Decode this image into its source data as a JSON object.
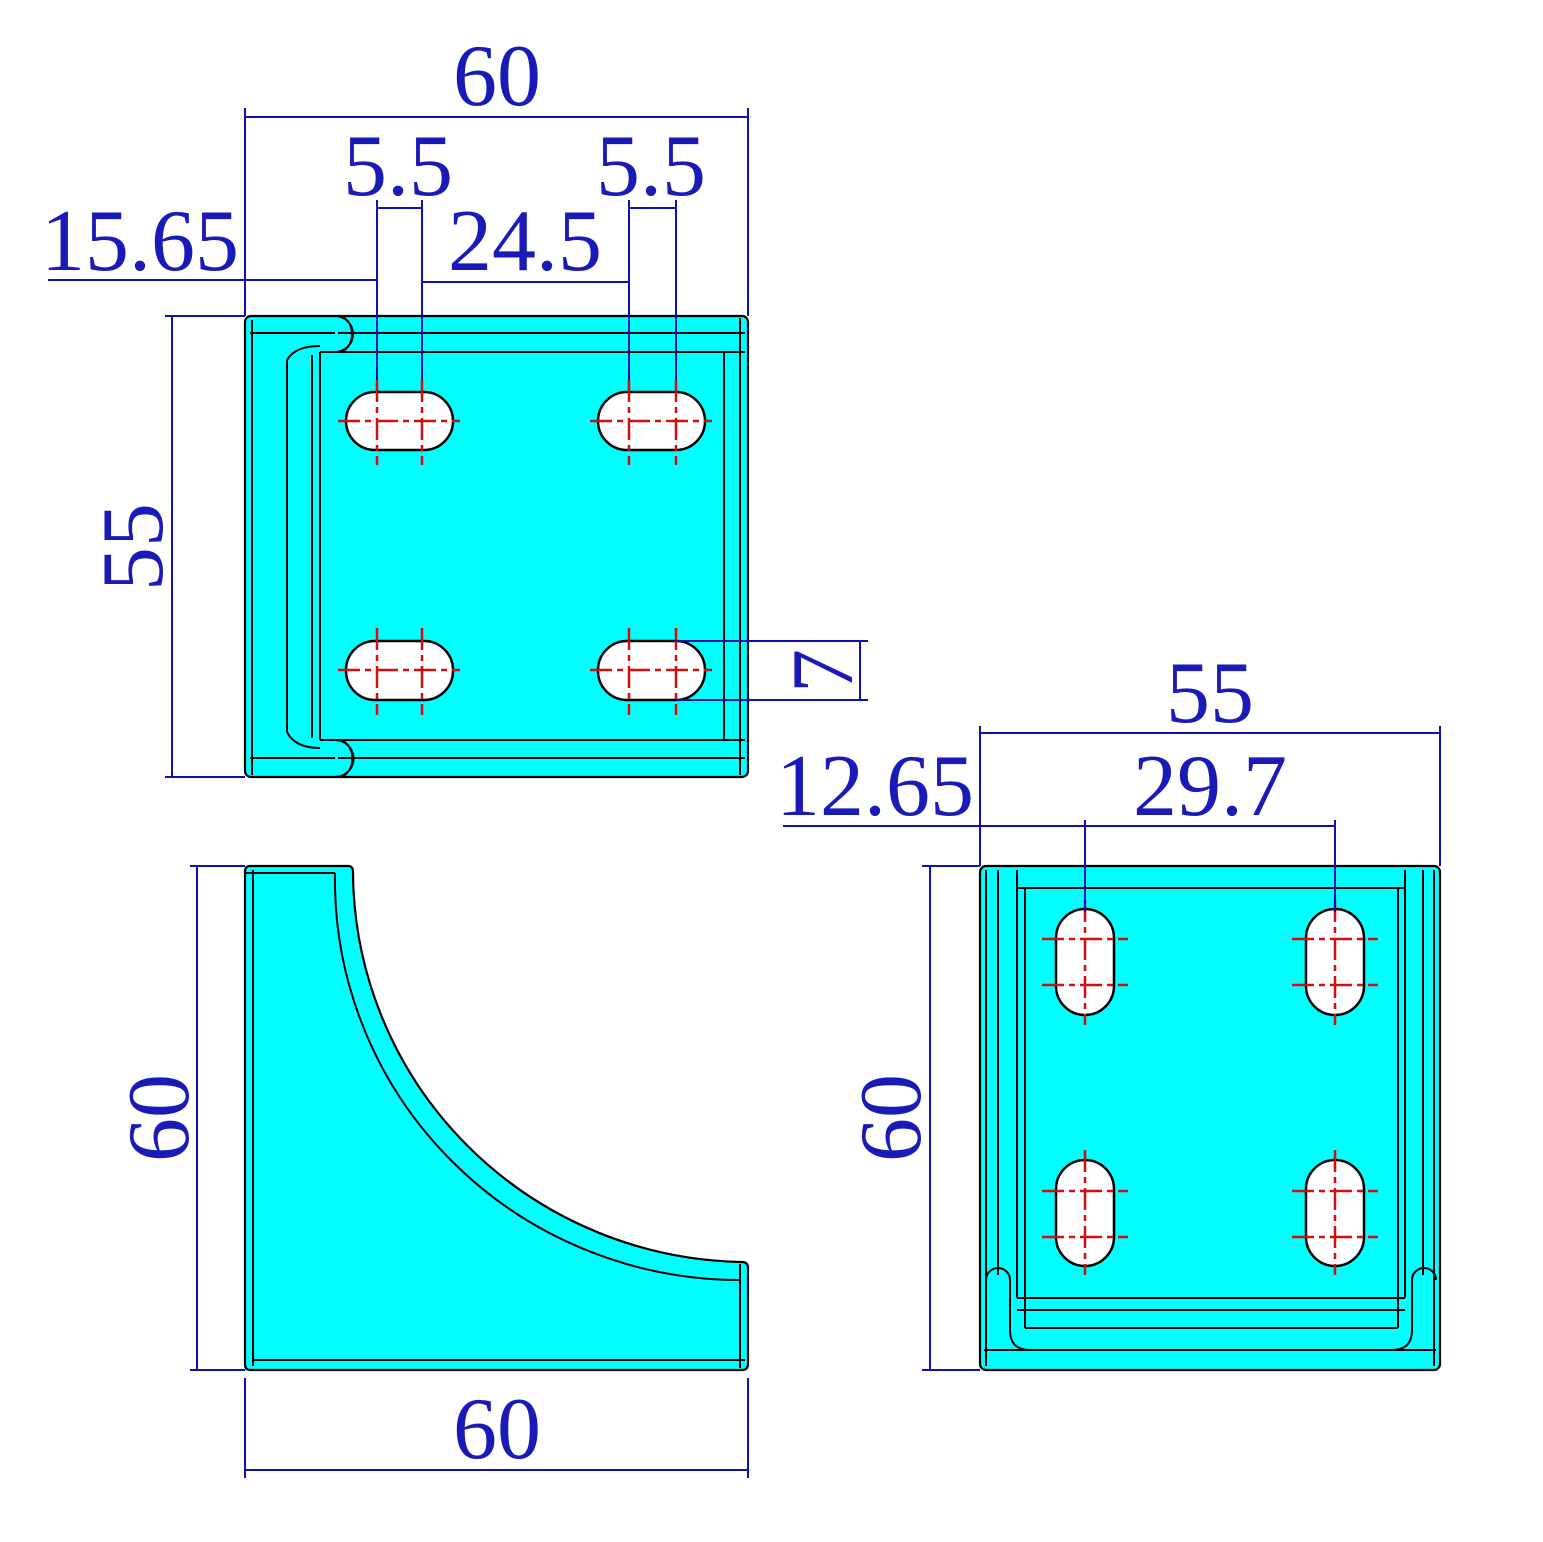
{
  "colors": {
    "part_fill": "#00ffff",
    "dimension": "#1a1ab8",
    "centerline": "#d01010"
  },
  "top_view": {
    "width_total": "60",
    "slot_width_left": "5.5",
    "slot_width_right": "5.5",
    "offset_left": "15.65",
    "slot_spacing": "24.5",
    "height": "55",
    "slot_height": "7"
  },
  "side_view": {
    "height": "60",
    "width": "60"
  },
  "front_view": {
    "width_total": "55",
    "offset_left": "12.65",
    "slot_spacing": "29.7",
    "height": "60"
  }
}
